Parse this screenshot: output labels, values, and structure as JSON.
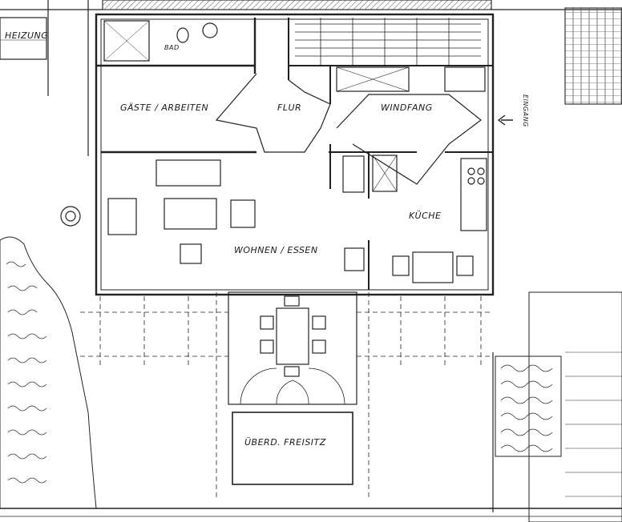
{
  "rooms": {
    "heizung": "HEIZUNG",
    "bad": "BAD",
    "gaeste": "GÄSTE / ARBEITEN",
    "flur": "FLUR",
    "windfang": "WINDFANG",
    "eingang": "EINGANG",
    "kueche": "KÜCHE",
    "wohnen": "WOHNEN / ESSEN",
    "freisitz": "ÜBERD. FREISITZ"
  }
}
